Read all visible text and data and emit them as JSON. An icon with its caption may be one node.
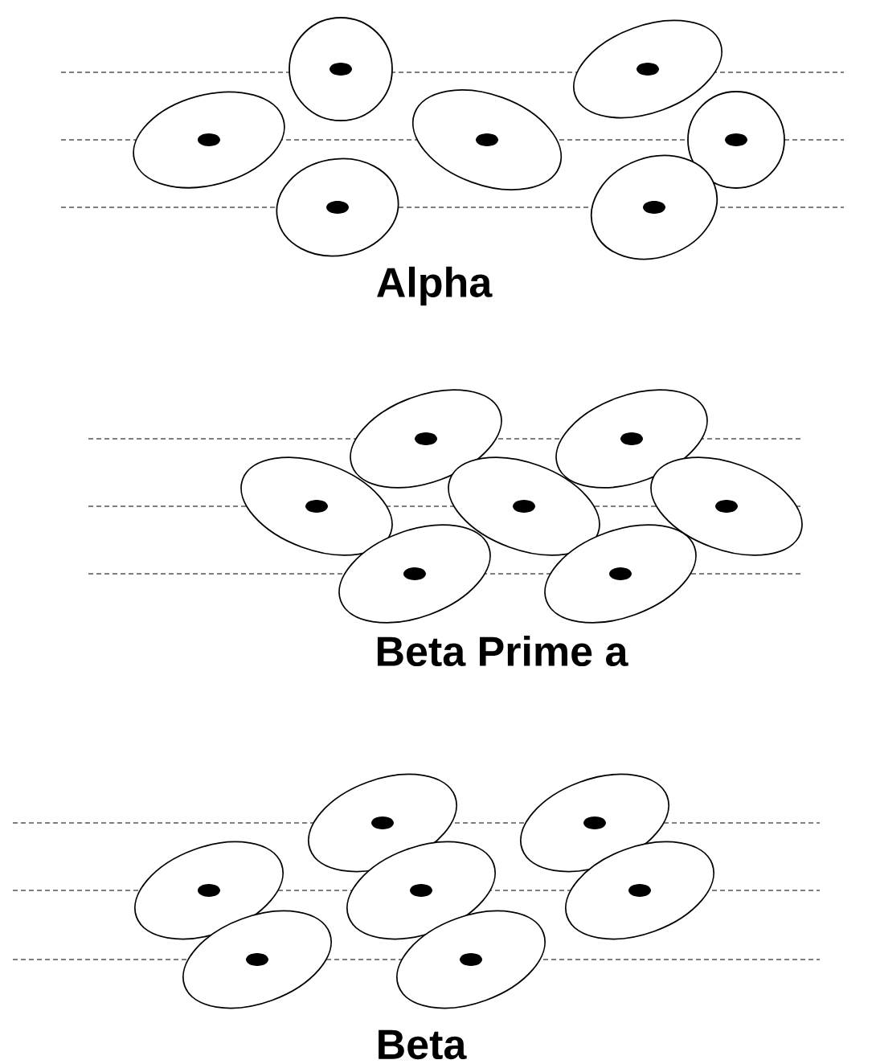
{
  "diagram": {
    "labels": [
      "Alpha",
      "Beta Prime a",
      "Beta"
    ]
  }
}
